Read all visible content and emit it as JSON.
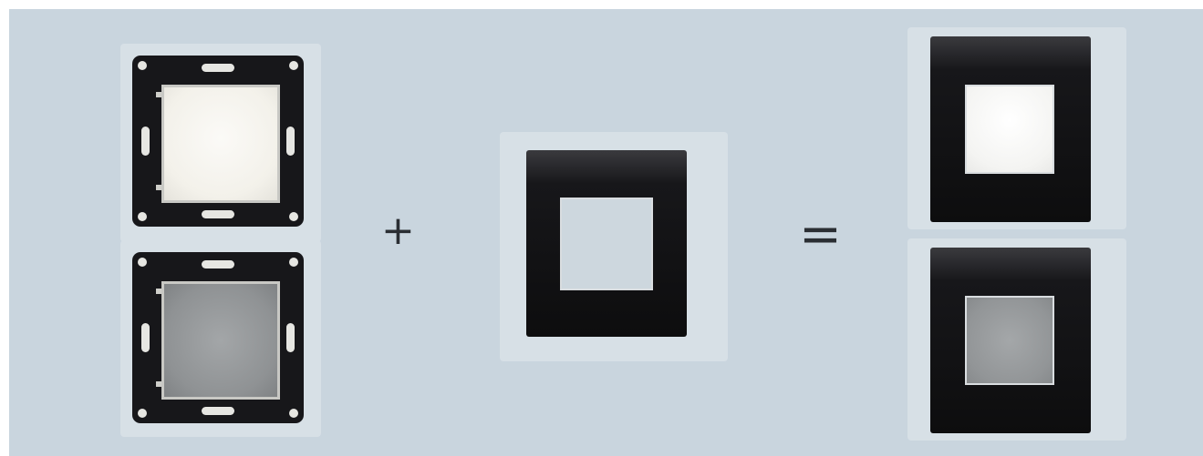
{
  "operators": {
    "plus": "+",
    "equals": "="
  },
  "colors": {
    "panel_background": "#c9d5de",
    "frame_black": "#17171a",
    "module_white": "#f3f1ea",
    "module_grey": "#8f9294"
  },
  "items": {
    "inputs": [
      {
        "kind": "mechanism",
        "finish": "white"
      },
      {
        "kind": "mechanism",
        "finish": "grey"
      }
    ],
    "plate": {
      "kind": "cover-plate",
      "finish": "black"
    },
    "results": [
      {
        "kind": "assembled-device",
        "finish": "white"
      },
      {
        "kind": "assembled-device",
        "finish": "grey"
      }
    ]
  }
}
